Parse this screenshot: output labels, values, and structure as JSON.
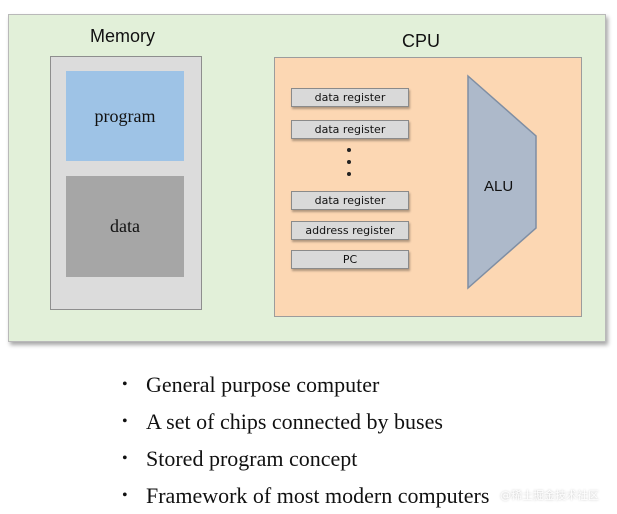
{
  "diagram": {
    "memory": {
      "title": "Memory",
      "program_label": "program",
      "data_label": "data"
    },
    "cpu": {
      "title": "CPU",
      "registers": [
        "data register",
        "data register",
        "data register",
        "address register",
        "PC"
      ],
      "alu_label": "ALU"
    },
    "colors": {
      "frame_bg": "#e2f0d9",
      "memory_bg": "#dcdcdc",
      "program_bg": "#9ec3e6",
      "data_bg": "#a6a6a6",
      "cpu_bg": "#fcd7b3",
      "register_bg": "#d9d9d9",
      "alu_fill": "#adb9ca"
    }
  },
  "bullets": {
    "marker": "•",
    "items": [
      "General purpose computer",
      "A set of chips connected by buses",
      "Stored program concept",
      "Framework of most modern computers"
    ]
  },
  "watermark": "@稀土掘金技术社区"
}
